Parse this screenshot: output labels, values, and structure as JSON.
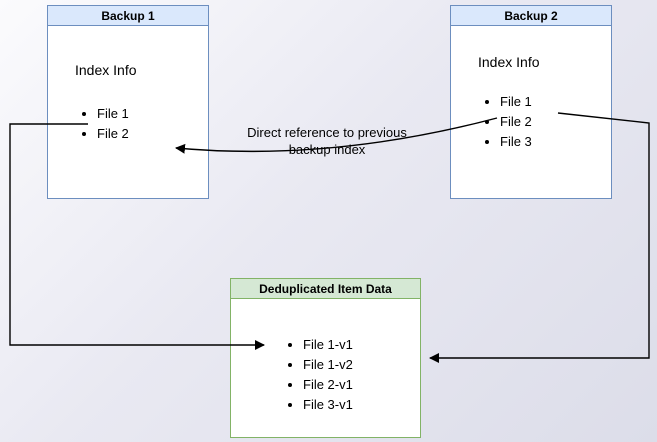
{
  "labels": {
    "direct_reference": "Direct reference to previous backup index"
  },
  "boxes": {
    "backup1": {
      "title": "Backup 1",
      "subtitle": "Index Info",
      "items": [
        "File 1",
        "File 2"
      ]
    },
    "backup2": {
      "title": "Backup 2",
      "subtitle": "Index Info",
      "items": [
        "File 1",
        "File 2",
        "File 3"
      ]
    },
    "dedup": {
      "title": "Deduplicated Item Data",
      "items": [
        "File 1-v1",
        "File 1-v2",
        "File 2-v1",
        "File 3-v1"
      ]
    }
  },
  "arrows": {
    "reference": "arrow from Backup 2 index to Backup 1 index",
    "backup1_to_dedup": "arrow from Backup 1 File 1 to deduplicated item data",
    "backup2_to_dedup": "arrow from Backup 2 File 1 to deduplicated item data"
  },
  "colors": {
    "blue_fill": "#dae8fc",
    "blue_border": "#6c8ebf",
    "green_fill": "#d5e8d4",
    "green_border": "#82b366",
    "arrow": "#000000"
  }
}
